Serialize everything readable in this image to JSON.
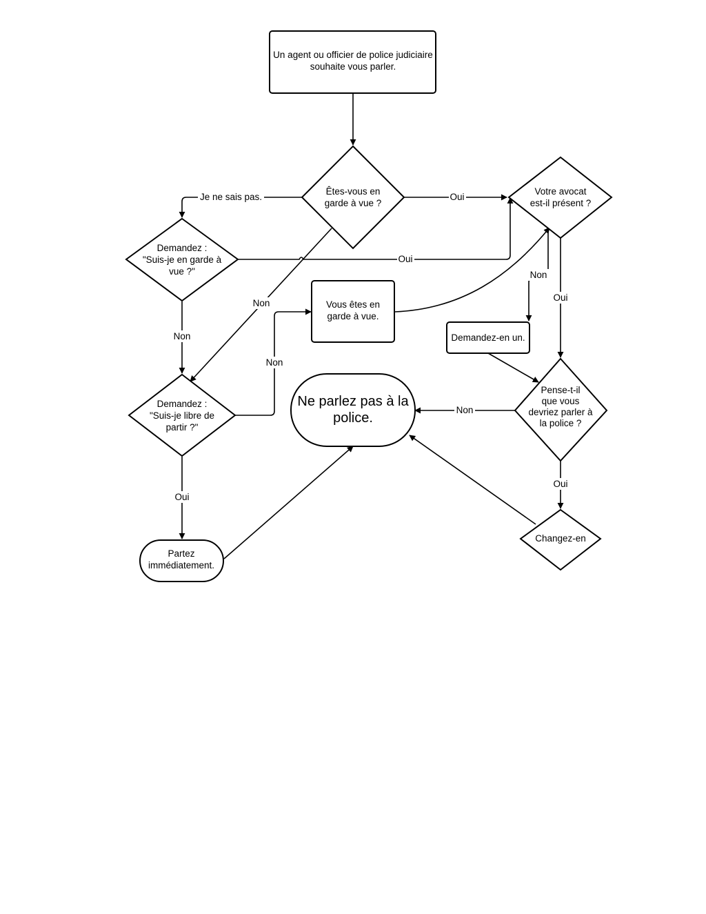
{
  "nodes": {
    "start": [
      "Un agent ou officier de police judiciaire",
      "souhaite vous parler."
    ],
    "q_garde": [
      "Êtes-vous en",
      "garde à vue ?"
    ],
    "q_avocat": [
      "Votre avocat",
      "est-il présent ?"
    ],
    "ask_garde": [
      "Demandez :",
      "\"Suis-je en garde à",
      "vue ?\""
    ],
    "en_garde": [
      "Vous êtes en",
      "garde à vue."
    ],
    "demandez_un": [
      "Demandez-en un."
    ],
    "ask_libre": [
      "Demandez :",
      "\"Suis-je libre de",
      "partir ?\""
    ],
    "ne_parlez": [
      "Ne parlez pas à la",
      "police."
    ],
    "pense": [
      "Pense-t-il",
      "que vous",
      "devriez parler à",
      "la police ?"
    ],
    "partez": [
      "Partez",
      "immédiatement."
    ],
    "changez": [
      "Changez-en"
    ]
  },
  "edges": {
    "je_ne_sais": "Je ne sais pas.",
    "oui_garde_avocat": "Oui",
    "oui_ask_avocat": "Oui",
    "non_garde_libre": "Non",
    "non_ask_libre": "Non",
    "non_libre_garde": "Non",
    "non_avocat": "Non",
    "oui_avocat_pense": "Oui",
    "non_pense": "Non",
    "oui_pense_changez": "Oui",
    "oui_libre_partez": "Oui"
  }
}
